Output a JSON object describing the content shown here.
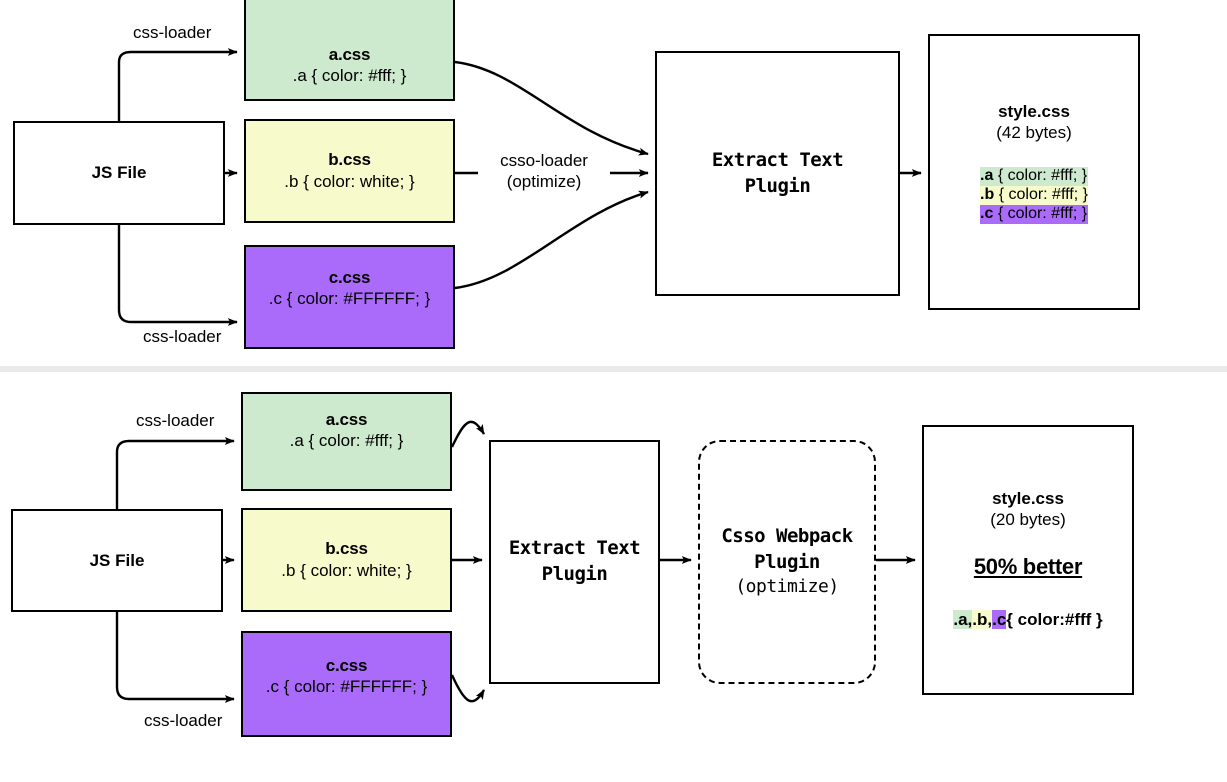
{
  "diagram": {
    "colors": {
      "green": "#cde9ce",
      "yellow": "#f7facb",
      "purple": "#aa6bfa",
      "stroke": "#000000",
      "divider": "#e9e9ec"
    },
    "top": {
      "source": {
        "label": "JS File"
      },
      "loader_labels": {
        "a": "css-loader",
        "c": "css-loader"
      },
      "files": [
        {
          "name": "a.css",
          "rule": ".a {  color: #fff; }",
          "color": "green"
        },
        {
          "name": "b.css",
          "rule": ".b {  color: white; }",
          "color": "yellow"
        },
        {
          "name": "c.css",
          "rule": ".c { color: #FFFFFF; }",
          "color": "purple"
        }
      ],
      "mid_label_line1": "csso-loader",
      "mid_label_line2": "(optimize)",
      "plugin": {
        "line1": "Extract Text",
        "line2": "Plugin"
      },
      "output": {
        "title": "style.css",
        "size": "(42 bytes)",
        "rules": [
          {
            "selector": ".a",
            "body": " {  color: #fff; }",
            "color": "green"
          },
          {
            "selector": ".b",
            "body": " {  color: #fff; }",
            "color": "yellow"
          },
          {
            "selector": ".c",
            "body": " {  color: #fff; }",
            "color": "purple"
          }
        ]
      }
    },
    "bottom": {
      "source": {
        "label": "JS File"
      },
      "loader_labels": {
        "a": "css-loader",
        "c": "css-loader"
      },
      "files": [
        {
          "name": "a.css",
          "rule": ".a {  color: #fff; }",
          "color": "green"
        },
        {
          "name": "b.css",
          "rule": ".b {  color: white; }",
          "color": "yellow"
        },
        {
          "name": "c.css",
          "rule": ".c { color: #FFFFFF; }",
          "color": "purple"
        }
      ],
      "plugin": {
        "line1": "Extract Text",
        "line2": "Plugin"
      },
      "optimizer": {
        "line1": "Csso Webpack",
        "line2": "Plugin",
        "line3": "(optimize)"
      },
      "output": {
        "title": "style.css",
        "size": "(20 bytes)",
        "headline": "50% better",
        "combined": {
          "sel_a": ".a,",
          "sel_b": ".b,",
          "sel_c": ".c",
          "body": "{ color:#fff }"
        }
      }
    }
  }
}
